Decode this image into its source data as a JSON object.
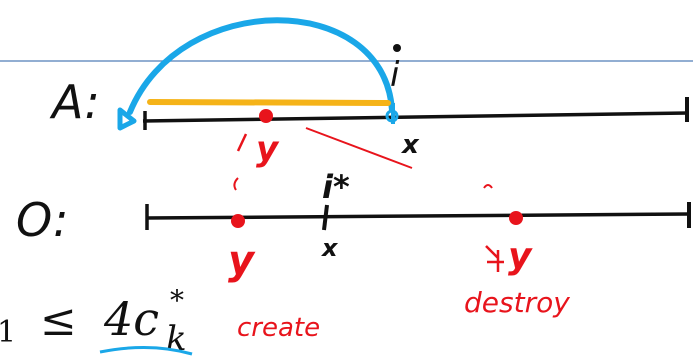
{
  "colors": {
    "ink": "#111111",
    "red": "#e8141c",
    "blue": "#1aa7e8",
    "orange": "#f5b318",
    "rule": "#6f93c4"
  },
  "row_a": {
    "label": "A:",
    "i_label": "i",
    "x_label": "x",
    "y_label": "y"
  },
  "row_o": {
    "label": "O:",
    "i_label": "i*",
    "x_label": "x",
    "y_left": "y",
    "y_right": "y"
  },
  "notes": {
    "create": "create",
    "destroy": "destroy"
  },
  "formula": {
    "lhs_tail": "1",
    "rel": "≤",
    "rhs": "4c",
    "rhs_sup": "*",
    "rhs_sub": "k"
  }
}
